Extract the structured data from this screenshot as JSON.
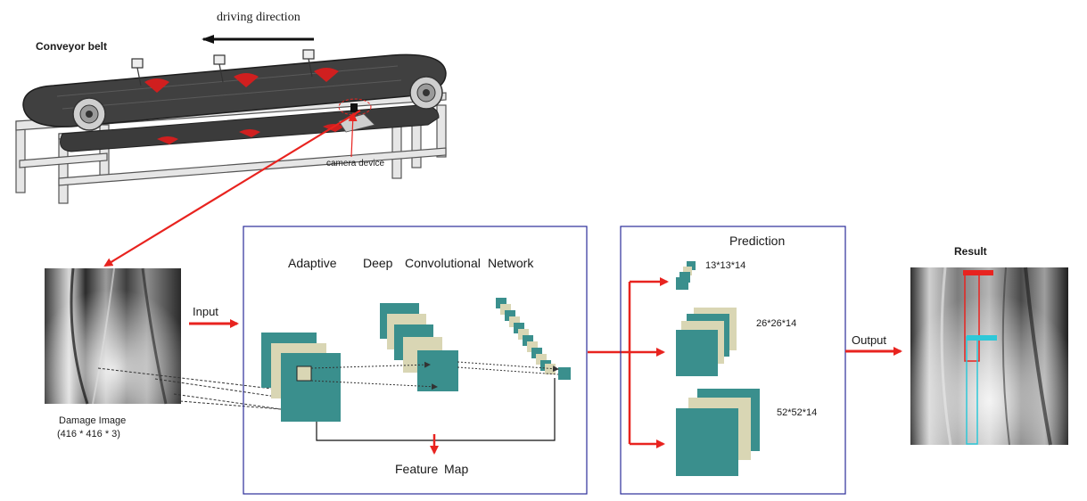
{
  "conveyor": {
    "title": "Conveyor belt",
    "direction": "driving direction",
    "camera": "camera device"
  },
  "input_image": {
    "label_line1": "Damage Image",
    "label_line2": "(416 * 416 * 3)"
  },
  "flow": {
    "input": "Input",
    "output": "Output"
  },
  "network": {
    "title_words": [
      "Adaptive",
      "Deep",
      "Convolutional",
      "Network"
    ],
    "feature_map_words": [
      "Feature",
      "Map"
    ]
  },
  "prediction": {
    "title": "Prediction",
    "scales": [
      "13*13*14",
      "26*26*14",
      "52*52*14"
    ]
  },
  "result": {
    "title": "Result"
  },
  "colors": {
    "teal": "#3a8f8d",
    "cream": "#d9d6b4",
    "arrow_red": "#e8231f",
    "box_blue": "#2b2d9a",
    "belt_dark": "#3b3b3b",
    "frame": "#d9d9d9"
  }
}
